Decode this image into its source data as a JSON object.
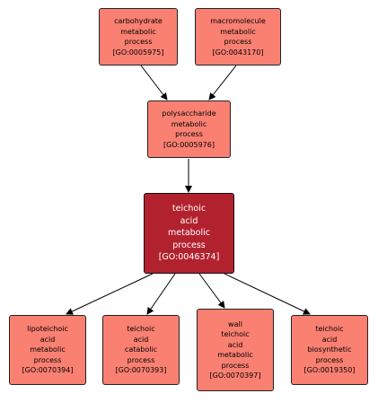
{
  "colors": {
    "node_fill": "#fa8072",
    "focus_fill": "#b2222e",
    "edge": "#000000"
  },
  "nodes": {
    "carbohydrate": {
      "lines": [
        "carbohydrate",
        "metabolic",
        "process"
      ],
      "id": "[GO:0005975]"
    },
    "macromolecule": {
      "lines": [
        "macromolecule",
        "metabolic",
        "process"
      ],
      "id": "[GO:0043170]"
    },
    "polysaccharide": {
      "lines": [
        "polysaccharide",
        "metabolic",
        "process"
      ],
      "id": "[GO:0005976]"
    },
    "teichoic": {
      "lines": [
        "teichoic",
        "acid",
        "metabolic",
        "process"
      ],
      "id": "[GO:0046374]"
    },
    "lipoteichoic": {
      "lines": [
        "lipoteichoic",
        "acid",
        "metabolic",
        "process"
      ],
      "id": "[GO:0070394]"
    },
    "catabolic": {
      "lines": [
        "teichoic",
        "acid",
        "catabolic",
        "process"
      ],
      "id": "[GO:0070393]"
    },
    "wall": {
      "lines": [
        "wall",
        "teichoic",
        "acid",
        "metabolic",
        "process"
      ],
      "id": "[GO:0070397]"
    },
    "biosynthetic": {
      "lines": [
        "teichoic",
        "acid",
        "biosynthetic",
        "process"
      ],
      "id": "[GO:0019350]"
    }
  }
}
